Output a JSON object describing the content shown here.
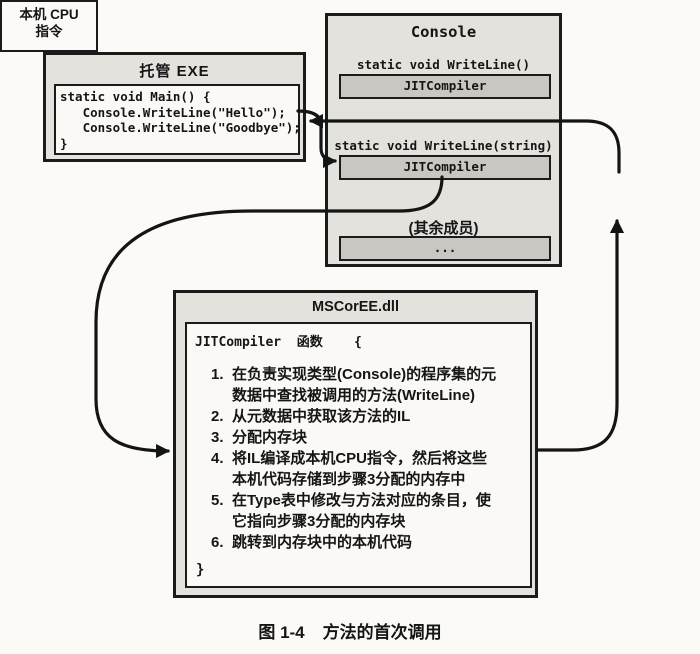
{
  "colors": {
    "paper": "#fbfaf7",
    "box_fill": "#e4e2dd",
    "stub_fill": "#c9c7c1",
    "line": "#141414"
  },
  "managed_exe": {
    "title": "托管 EXE",
    "code_lines": [
      "static void Main() {",
      "   Console.WriteLine(\"Hello\");",
      "   Console.WriteLine(\"Goodbye\");",
      "}"
    ]
  },
  "console_box": {
    "title": "Console",
    "members": [
      {
        "signature": "static void WriteLine()",
        "stub": "JITCompiler"
      },
      {
        "signature": "static void WriteLine(string)",
        "stub": "JITCompiler"
      },
      {
        "signature": "(其余成员)",
        "stub": "..."
      }
    ]
  },
  "native_cpu": {
    "line1": "本机 CPU",
    "line2": "指令"
  },
  "mscoree": {
    "title": "MSCorEE.dll",
    "function_header": "JITCompiler  函数    {",
    "steps": [
      {
        "num": "1.",
        "lines": [
          "在负责实现类型(Console)的程序集的元",
          "数据中查找被调用的方法(WriteLine)"
        ]
      },
      {
        "num": "2.",
        "lines": [
          "从元数据中获取该方法的IL"
        ]
      },
      {
        "num": "3.",
        "lines": [
          "分配内存块"
        ]
      },
      {
        "num": "4.",
        "lines": [
          "将IL编译成本机CPU指令，然后将这些",
          "本机代码存储到步骤3分配的内存中"
        ]
      },
      {
        "num": "5.",
        "lines": [
          "在Type表中修改与方法对应的条目，使",
          "它指向步骤3分配的内存块"
        ]
      },
      {
        "num": "6.",
        "lines": [
          "跳转到内存块中的本机代码"
        ]
      }
    ],
    "closing_brace": "}"
  },
  "figure_caption": {
    "label": "图 1-4",
    "text": "方法的首次调用"
  }
}
